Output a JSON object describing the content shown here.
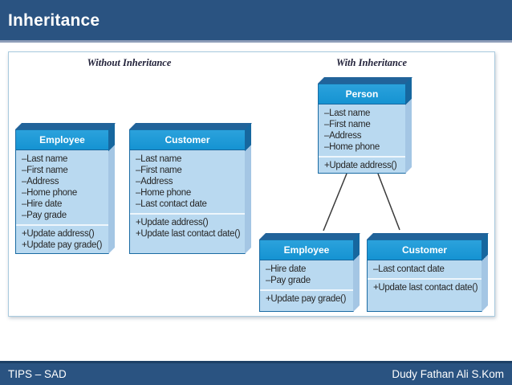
{
  "slide": {
    "title": "Inheritance",
    "footer_left": "TIPS – SAD",
    "footer_right": "Dudy Fathan Ali S.Kom"
  },
  "diagram": {
    "left_section_label": "Without Inheritance",
    "right_section_label": "With Inheritance",
    "classes": [
      {
        "name": "Employee",
        "attributes": [
          "–Last name",
          "–First name",
          "–Address",
          "–Home phone",
          "–Hire date",
          "–Pay grade"
        ],
        "operations": [
          "+Update address()",
          "+Update pay grade()"
        ]
      },
      {
        "name": "Customer",
        "attributes": [
          "–Last name",
          "–First name",
          "–Address",
          "–Home phone",
          "–Last contact date"
        ],
        "operations": [
          "+Update address()",
          "+Update last contact date()"
        ]
      },
      {
        "name": "Person",
        "attributes": [
          "–Last name",
          "–First name",
          "–Address",
          "–Home phone"
        ],
        "operations": [
          "+Update address()"
        ]
      },
      {
        "name": "Employee",
        "attributes": [
          "–Hire date",
          "–Pay grade"
        ],
        "operations": [
          "+Update pay grade()"
        ]
      },
      {
        "name": "Customer",
        "attributes": [
          "–Last contact date"
        ],
        "operations": [
          "+Update last contact date()"
        ]
      }
    ],
    "relationships": [
      {
        "type": "inheritance",
        "parent": "Person",
        "child": "Employee"
      },
      {
        "type": "inheritance",
        "parent": "Person",
        "child": "Customer"
      }
    ]
  },
  "colors": {
    "title_bar": "#2a5381",
    "footer_bar": "#2a5381",
    "class_header": "#1593d2",
    "class_body": "#b9d9f0",
    "panel_border": "#a9cade"
  }
}
